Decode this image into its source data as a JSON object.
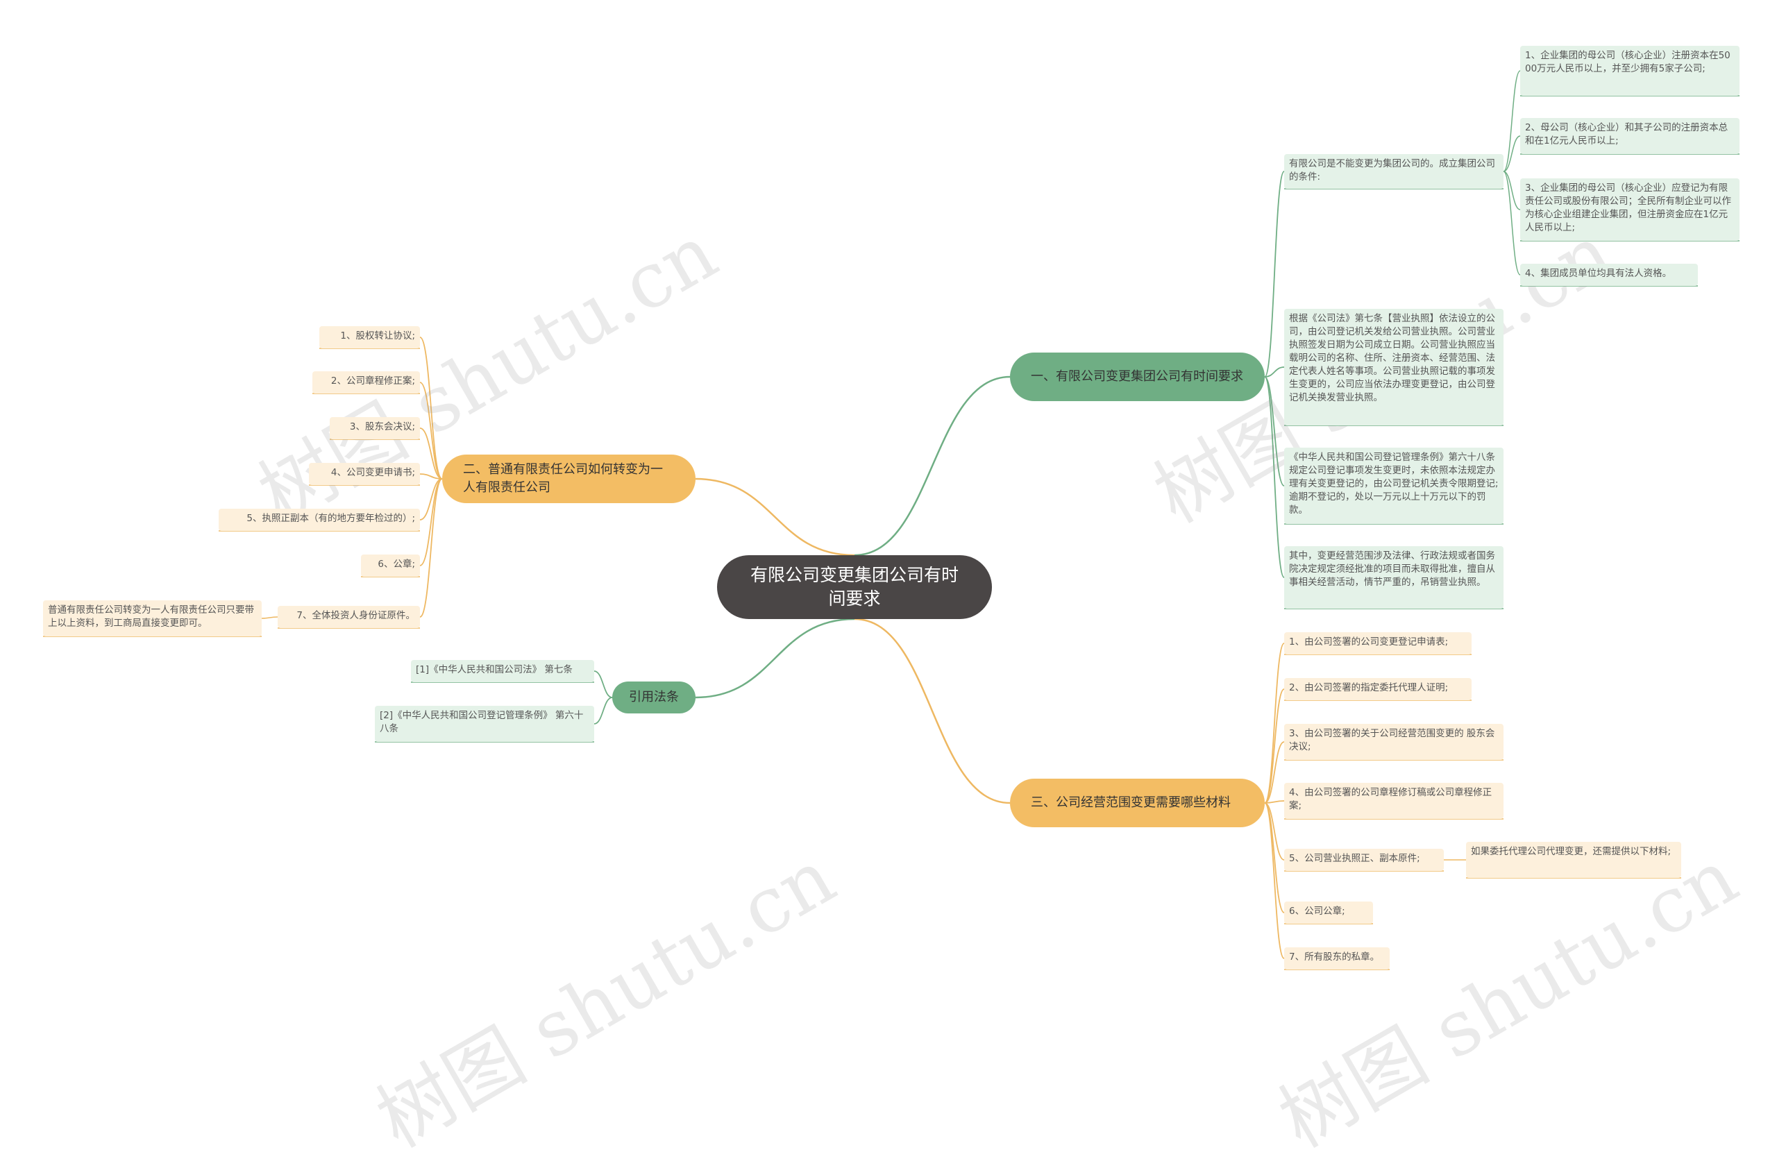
{
  "root": "有限公司变更集团公司有时间要求",
  "colors": {
    "root_bg": "#4a4646",
    "green_main": "#6fae84",
    "green_leaf": "#e4f2e8",
    "green_line": "#6fae84",
    "orange_main": "#f3bd64",
    "orange_leaf": "#fdf0dc",
    "orange_line": "#eeb862"
  },
  "branches": {
    "b1": {
      "label": "一、有限公司变更集团公司有时间要求",
      "c1": "有限公司是不能变更为集团公司的。成立集团公司的条件:",
      "c1_items": [
        "1、企业集团的母公司（核心企业）注册资本在5000万元人民币以上，并至少拥有5家子公司;",
        "2、母公司（核心企业）和其子公司的注册资本总和在1亿元人民币以上;",
        "3、企业集团的母公司（核心企业）应登记为有限责任公司或股份有限公司；全民所有制企业可以作为核心企业组建企业集团，但注册资金应在1亿元人民币以上;",
        "4、集团成员单位均具有法人资格。"
      ],
      "c2": "根据《公司法》第七条【营业执照】依法设立的公司，由公司登记机关发给公司营业执照。公司营业执照签发日期为公司成立日期。公司营业执照应当载明公司的名称、住所、注册资本、经营范围、法定代表人姓名等事项。公司营业执照记载的事项发生变更的，公司应当依法办理变更登记，由公司登记机关换发营业执照。",
      "c3": "《中华人民共和国公司登记管理条例》第六十八条规定公司登记事项发生变更时，未依照本法规定办理有关变更登记的，由公司登记机关责令限期登记;逾期不登记的，处以一万元以上十万元以下的罚款。",
      "c4": "其中，变更经营范围涉及法律、行政法规或者国务院决定规定须经批准的项目而未取得批准，擅自从事相关经营活动，情节严重的，吊销营业执照。"
    },
    "b2": {
      "label": "二、普通有限责任公司如何转变为一人有限责任公司",
      "items": [
        "1、股权转让协议;",
        "2、公司章程修正案;",
        "3、股东会决议;",
        "4、公司变更申请书;",
        "5、执照正副本（有的地方要年检过的）;",
        "6、公章;",
        "7、全体投资人身份证原件。"
      ],
      "note": "普通有限责任公司转变为一人有限责任公司只要带上以上资料，到工商局直接变更即可。"
    },
    "b3": {
      "label": "引用法条",
      "items": [
        "[1]《中华人民共和国公司法》 第七条",
        "[2]《中华人民共和国公司登记管理条例》 第六十八条"
      ]
    },
    "b4": {
      "label": "三、公司经营范围变更需要哪些材料",
      "items": [
        "1、由公司签署的公司变更登记申请表;",
        "2、由公司签署的指定委托代理人证明;",
        "3、由公司签署的关于公司经营范围变更的 股东会决议;",
        "4、由公司签署的公司章程修订稿或公司章程修正案;",
        "5、公司营业执照正、副本原件;",
        "6、公司公章;",
        "7、所有股东的私章。"
      ],
      "note": "如果委托代理公司代理变更，还需提供以下材料;"
    }
  },
  "watermark": "树图 shutu.cn"
}
